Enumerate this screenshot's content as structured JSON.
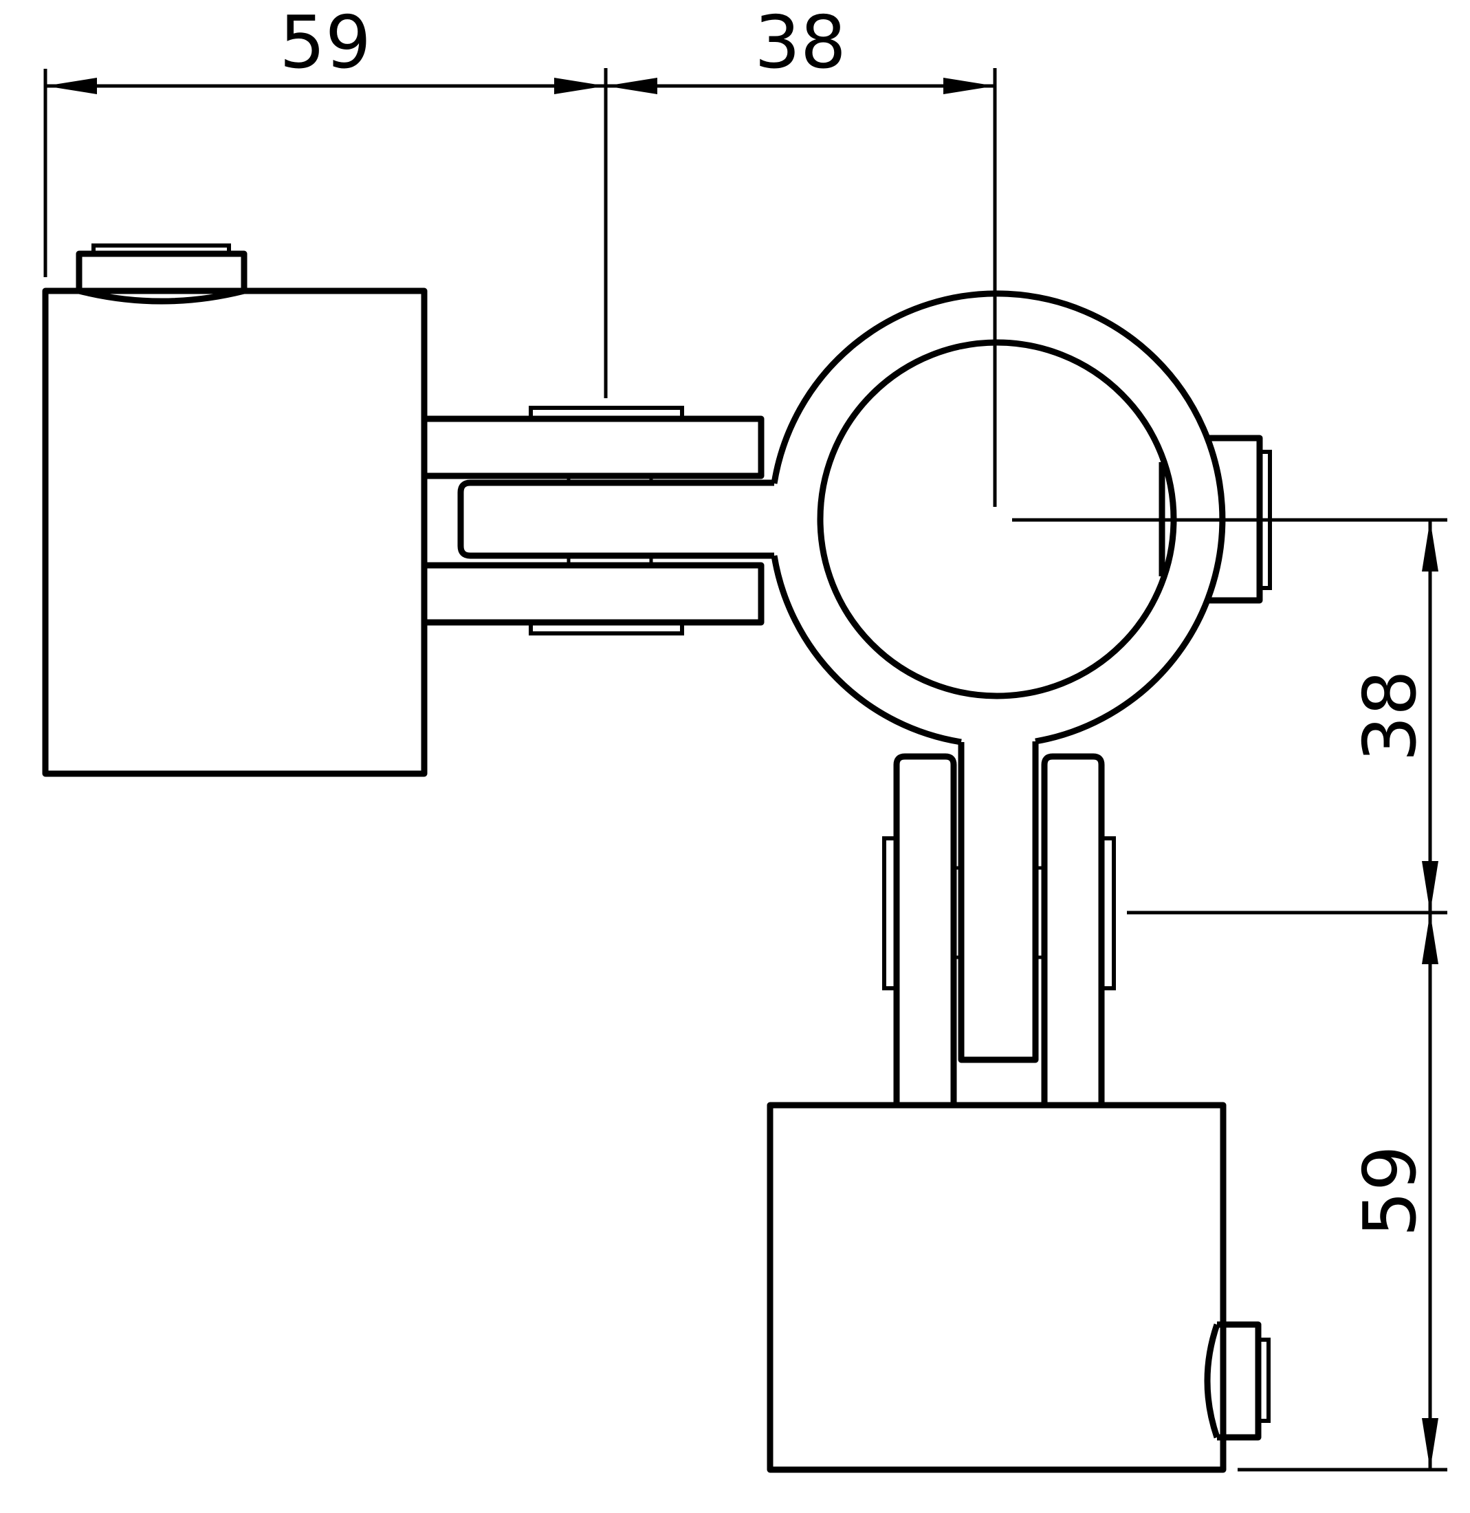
{
  "colors": {
    "background": "#ffffff",
    "line": "#000000"
  },
  "dimensions": {
    "top_horizontal": [
      {
        "id": "sleeve-end-to-pivot",
        "value": "59"
      },
      {
        "id": "pivot-to-ring-center",
        "value": "38"
      }
    ],
    "right_vertical": [
      {
        "id": "ring-center-to-pivot",
        "value": "38"
      },
      {
        "id": "pivot-to-sleeve-bottom",
        "value": "59"
      }
    ]
  }
}
